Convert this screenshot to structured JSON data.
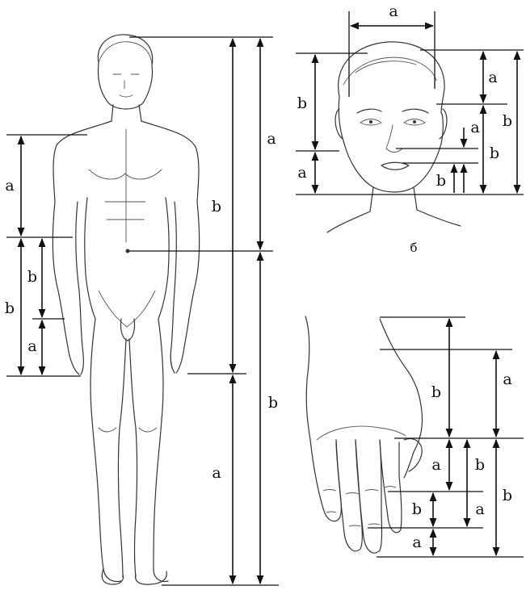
{
  "labels": {
    "a": "a",
    "b": "b",
    "head_caption": "б"
  }
}
